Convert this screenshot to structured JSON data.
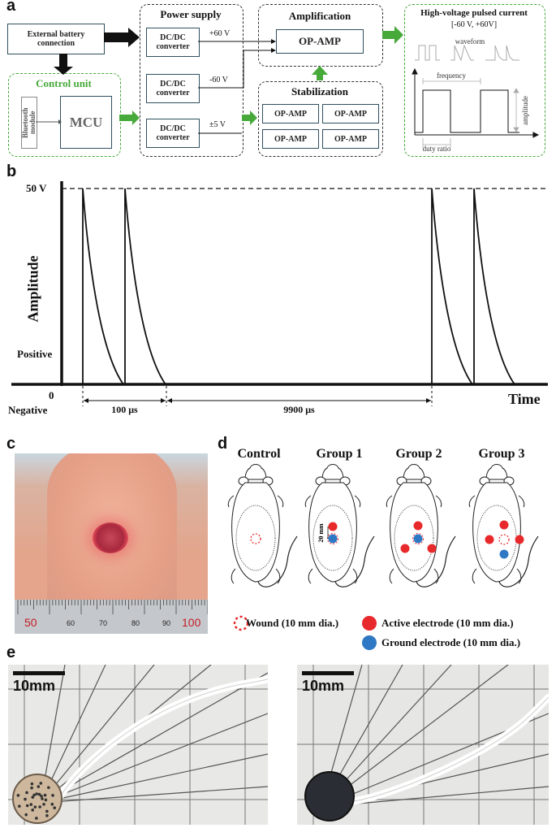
{
  "panels": {
    "a": "a",
    "b": "b",
    "c": "c",
    "d": "d",
    "e": "e"
  },
  "panel_a": {
    "external_battery": "External battery connection",
    "control_unit": {
      "title": "Control unit",
      "bluetooth": "Bluetooth module",
      "mcu": "MCU"
    },
    "power_supply": {
      "title": "Power supply",
      "converter": "DC/DC converter",
      "v1": "+60 V",
      "v2": "-60 V",
      "v3": "±5 V"
    },
    "amplification": {
      "title": "Amplification",
      "opamp": "OP-AMP"
    },
    "stabilization": {
      "title": "Stabilization",
      "opamp": "OP-AMP"
    },
    "output": {
      "title": "High-voltage pulsed current",
      "range": "[-60 V, +60V]",
      "waveform": "waveform",
      "frequency": "frequency",
      "amplitude": "amplitude",
      "duty": "duty ratio"
    },
    "colors": {
      "green": "#47a93a",
      "box_border": "#2f4f5f"
    }
  },
  "panel_b": {
    "peak_label": "50 V",
    "ylabel": "Amplitude",
    "positive": "Positive",
    "zero": "0",
    "negative": "Negative",
    "xlabel": "Time",
    "interval1": "100 μs",
    "interval2": "9900 μs"
  },
  "panel_d": {
    "groups": [
      "Control",
      "Group 1",
      "Group 2",
      "Group 3"
    ],
    "spacing": "20 mm",
    "legend": {
      "wound": "Wound (10 mm dia.)",
      "active": "Active electrode (10 mm dia.)",
      "ground": "Ground electrode (10 mm dia.)"
    },
    "colors": {
      "active": "#e8292b",
      "ground": "#2f78c4",
      "wound": "#e8292b"
    }
  },
  "panel_c": {
    "ruler": [
      "50",
      "60",
      "70",
      "80",
      "90",
      "100"
    ]
  },
  "panel_e": {
    "scale": "10mm"
  }
}
